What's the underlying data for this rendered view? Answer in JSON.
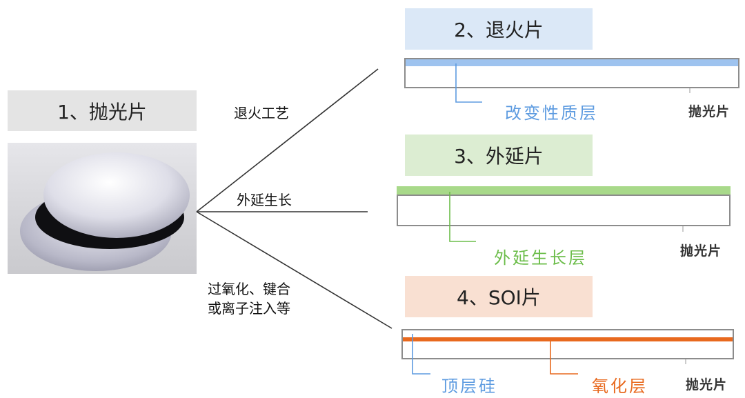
{
  "source": {
    "label": "1、抛光片"
  },
  "branches": {
    "anneal": "退火工艺",
    "epitaxy": "外延生长",
    "soi_line1": "过氧化、键合",
    "soi_line2": "或离子注入等"
  },
  "products": {
    "anneal": {
      "title": "2、退火片",
      "layer_label": "改变性质层",
      "substrate_label": "抛光片",
      "box_color": "#dbe8f7",
      "layer_color": "#9ec3ef",
      "text_color": "#5d9be0"
    },
    "epitaxy": {
      "title": "3、外延片",
      "layer_label": "外延生长层",
      "substrate_label": "抛光片",
      "box_color": "#dcedd2",
      "layer_color": "#a8d98a",
      "text_color": "#6cbd4a"
    },
    "soi": {
      "title": "4、SOI片",
      "top_label": "顶层硅",
      "oxide_label": "氧化层",
      "substrate_label": "抛光片",
      "box_color": "#f9e0d2",
      "layer_color": "#e8691e",
      "top_color": "#5d9be0",
      "text_color": "#e8691e"
    }
  }
}
